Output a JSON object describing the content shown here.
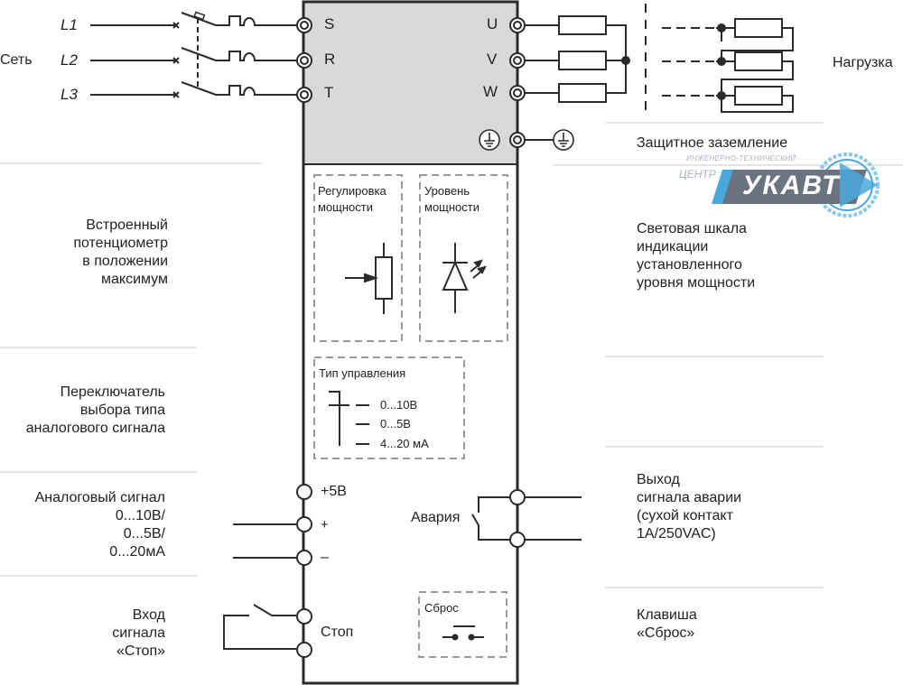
{
  "title": "Схема подключения регулятора мощности",
  "colors": {
    "line": "#2b2b2b",
    "panel_fill": "#d9d9d9",
    "dashed": "#9a9a9a",
    "divider": "#d6d6d6",
    "logo_blue": "#4aa8dc",
    "logo_gray": "#6b7380"
  },
  "mains": {
    "label": "Сеть",
    "phases": [
      "L1",
      "L2",
      "L3"
    ]
  },
  "input_terminals": [
    "S",
    "R",
    "T"
  ],
  "output_terminals": [
    "U",
    "V",
    "W"
  ],
  "load": {
    "label": "Нагрузка"
  },
  "ground": {
    "label": "Защитное заземление",
    "icon": "ground-icon"
  },
  "panels": {
    "power_regulation": {
      "title": "Регулировка мощности",
      "icon": "potentiometer-icon"
    },
    "power_level": {
      "title": "Уровень мощности",
      "icon": "led-icon"
    },
    "control_type": {
      "title": "Тип управления",
      "options": [
        "0...10В",
        "0...5В",
        "4...20 мА"
      ]
    },
    "reset": {
      "title": "Сброс",
      "icon": "pushbutton-icon"
    }
  },
  "signal_terminals": {
    "plus5": "+5В",
    "plus": "+",
    "minus": "–",
    "alarm": "Авария",
    "stop": "Стоп"
  },
  "left_labels": [
    "Встроенный\nпотенциометр\nв положении\nмаксимум",
    "Переключатель\nвыбора типа\nаналогового сигнала",
    "Аналоговый сигнал\n0...10В/\n0...5В/\n0...20мА",
    "Вход\nсигнала\n«Стоп»"
  ],
  "right_labels": [
    "Световая шкала\nиндикации\nустановленного\nуровня мощности",
    "Выход\nсигнала аварии\n(сухой контакт\n1А/250VAC)",
    "Клавиша\n«Сброс»"
  ],
  "logo": {
    "top_text": "ИНЖЕНЕРНО-ТЕХНИЧЕСКИЙ",
    "center_text": "ЦЕНТР",
    "brand": "УКАВТ"
  }
}
